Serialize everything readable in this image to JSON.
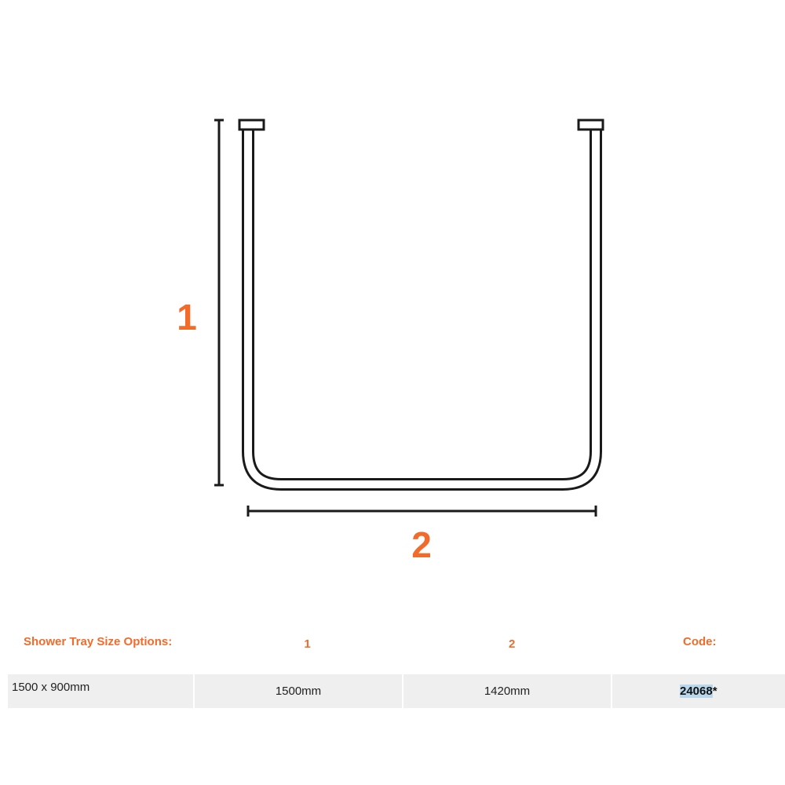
{
  "diagram": {
    "dimension_labels": [
      "1",
      "2"
    ],
    "accent_color": "#f26b2a",
    "line_color": "#1a1a1a"
  },
  "table": {
    "headers": [
      "Shower Tray Size Options:",
      "1",
      "2",
      "Code:"
    ],
    "rows": [
      {
        "size": "1500 x 900mm",
        "dim1": "1500mm",
        "dim2": "1420mm",
        "code": "24068",
        "code_suffix": "*"
      }
    ]
  }
}
